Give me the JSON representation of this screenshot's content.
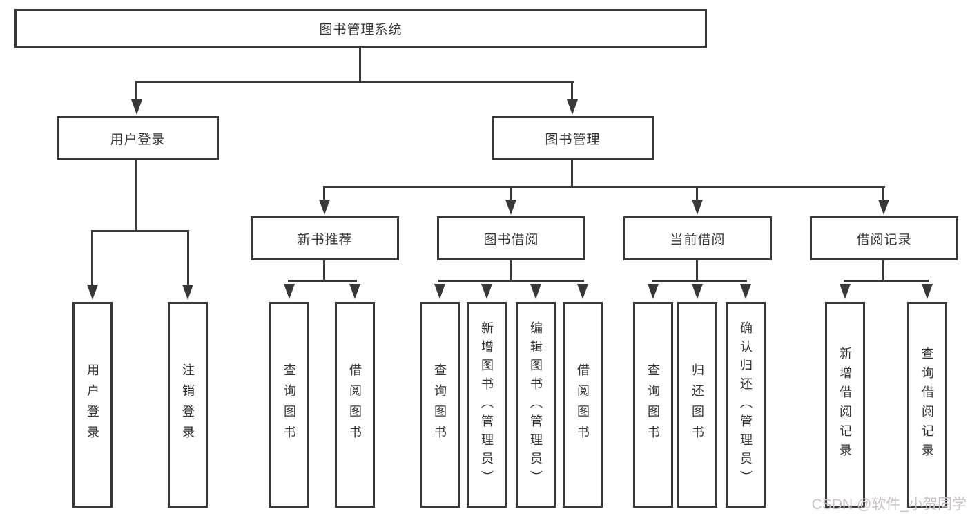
{
  "tree": {
    "root": "图书管理系统",
    "branches": [
      {
        "label": "用户登录",
        "children": [
          "用户登录",
          "注销登录"
        ]
      },
      {
        "label": "图书管理",
        "children": [
          {
            "label": "新书推荐",
            "children": [
              "查询图书",
              "借阅图书"
            ]
          },
          {
            "label": "图书借阅",
            "children": [
              "查询图书",
              "新增图书（管理员）",
              "编辑图书（管理员）",
              "借阅图书"
            ]
          },
          {
            "label": "当前借阅",
            "children": [
              "查询图书",
              "归还图书",
              "确认归还（管理员）"
            ]
          },
          {
            "label": "借阅记录",
            "children": [
              "新增借阅记录",
              "查询借阅记录"
            ]
          }
        ]
      }
    ]
  },
  "watermark": {
    "text": "CSDN @软件_小贺同学"
  },
  "colors": {
    "line": "#383838",
    "text": "#333333",
    "background": "#ffffff",
    "box_fill": "#ffffff",
    "watermark": "#c9c0c7"
  }
}
